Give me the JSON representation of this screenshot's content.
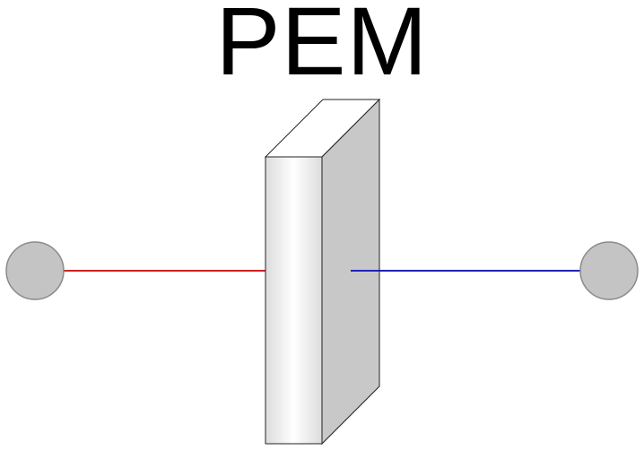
{
  "title": "PEM",
  "colors": {
    "left_wire": "#cc2222",
    "right_wire": "#2222bb",
    "port_fill": "#c4c4c4",
    "port_stroke": "#8a8a8a",
    "membrane_side": "#c8c8c8",
    "membrane_front_edge": "#dcdcdc",
    "membrane_front_center": "#ffffff",
    "outline": "#222222"
  },
  "elements": {
    "left_port": "port",
    "right_port": "port",
    "membrane": "membrane-block"
  }
}
